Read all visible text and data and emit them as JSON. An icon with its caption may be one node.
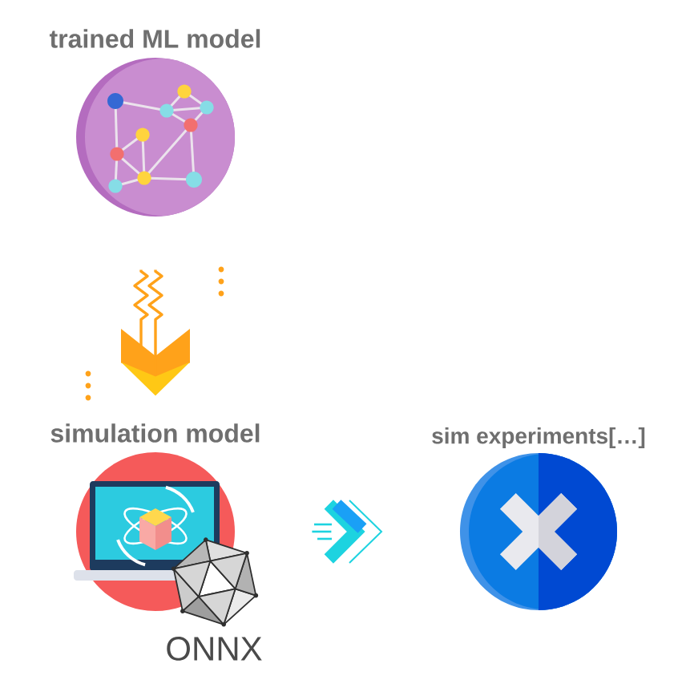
{
  "diagram": {
    "nodes": [
      {
        "text": [
          "trained ML model"
        ]
      },
      {
        "text": [
          "simulation model"
        ],
        "beside": [
          "ONNX"
        ]
      },
      {
        "text": [
          "sim experiments[…]"
        ]
      }
    ],
    "edges": [
      {
        "from": 0,
        "to": 1,
        "arrow": "to",
        "color": "#ffa21a"
      },
      {
        "from": 1,
        "to": 2,
        "arrow": "to",
        "color": "#1dd3e0"
      }
    ]
  }
}
